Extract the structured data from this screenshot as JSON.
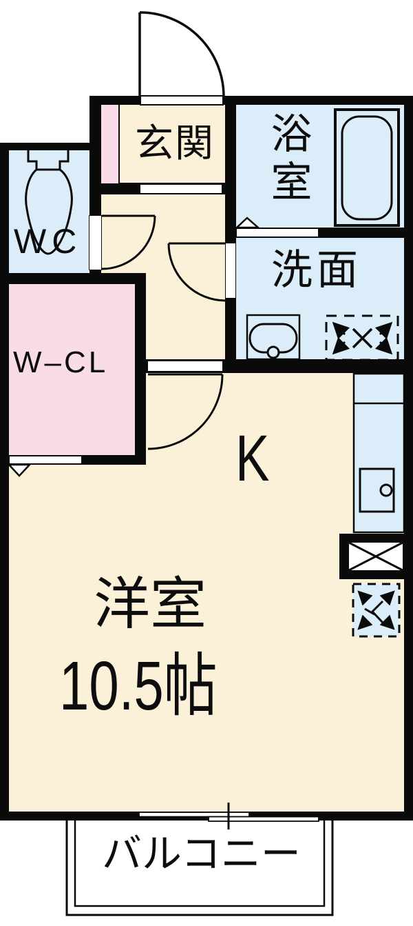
{
  "plan": {
    "type": "apartment-floor-plan",
    "rooms": {
      "genkan": {
        "label": "玄関"
      },
      "bathroom": {
        "label": "浴室"
      },
      "wc": {
        "label": "WC"
      },
      "closet": {
        "label": "W–CL"
      },
      "washroom": {
        "label": "洗面"
      },
      "kitchen": {
        "label": "K"
      },
      "main_room": {
        "label": "洋室",
        "size": "10.5帖"
      },
      "balcony": {
        "label": "バルコニー"
      }
    },
    "colors": {
      "wall": "#0a0a0a",
      "room_cream": "#FBF1D8",
      "room_blue": "#DAEDF8",
      "room_pink": "#F9DCE8",
      "background": "#ffffff"
    },
    "icons": {
      "entrance_door": "quarter-arc-door-swing",
      "wc_door": "quarter-arc-door-swing",
      "washroom_door": "quarter-arc-door-swing",
      "kitchen_door": "quarter-arc-door-swing",
      "toilet": "toilet-tank-and-bowl",
      "bathtub": "bathtub-rounded-inner",
      "washbasin": "basin-with-faucet-circle",
      "washer_space": "dashed-square-corner-arrows-x",
      "fridge_space": "dashed-square-corner-arrows",
      "kitchen_counter": "counter-strip-with-sink",
      "crossed_box": "black-box-with-white-x",
      "sliding_window": "two-pane-sliding-window",
      "step_triangle_bath": "threshold-triangle-up",
      "step_triangle_closet": "threshold-triangle-down"
    }
  }
}
